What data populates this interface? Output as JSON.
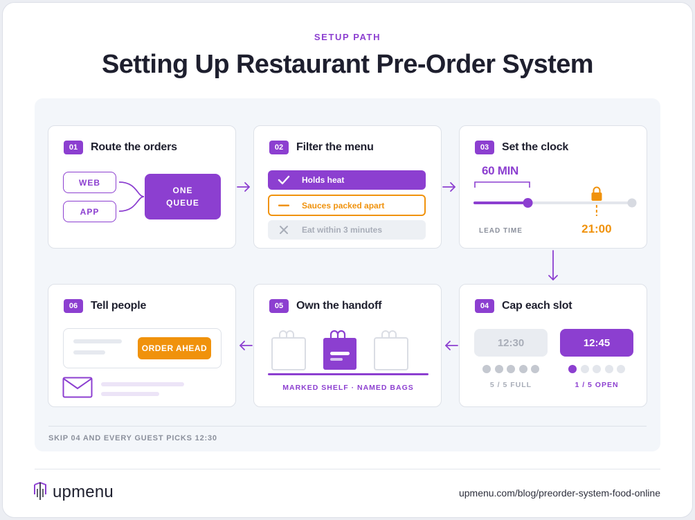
{
  "header": {
    "eyebrow": "SETUP PATH",
    "title": "Setting Up Restaurant Pre-Order System"
  },
  "steps": [
    {
      "num": "01",
      "title": "Route the orders",
      "sources": [
        "WEB",
        "APP"
      ],
      "queue": [
        "ONE",
        "QUEUE"
      ]
    },
    {
      "num": "02",
      "title": "Filter the menu",
      "items": [
        {
          "label": "Holds heat",
          "state": "checked",
          "icon": "check-icon"
        },
        {
          "label": "Sauces packed apart",
          "state": "partial",
          "icon": "dash-icon"
        },
        {
          "label": "Eat within 3 minutes",
          "state": "excluded",
          "icon": "x-icon"
        }
      ]
    },
    {
      "num": "03",
      "title": "Set the clock",
      "lead_value": "60 MIN",
      "lead_label": "LEAD TIME",
      "time": "21:00",
      "lead_fraction": 0.34,
      "lock_fraction": 0.77
    },
    {
      "num": "04",
      "title": "Cap each slot",
      "slots": [
        {
          "time": "12:30",
          "filled": 5,
          "capacity": 5,
          "caption": "5 / 5 FULL",
          "state": "full"
        },
        {
          "time": "12:45",
          "filled": 1,
          "capacity": 5,
          "caption": "1 / 5 OPEN",
          "state": "open"
        }
      ]
    },
    {
      "num": "05",
      "title": "Own the handoff",
      "caption": "MARKED SHELF · NAMED BAGS",
      "bags": 3,
      "highlighted_bag": 2
    },
    {
      "num": "06",
      "title": "Tell people",
      "button": "ORDER AHEAD",
      "icon": "envelope-icon"
    }
  ],
  "footnote": "SKIP 04 AND EVERY GUEST PICKS 12:30",
  "brand": {
    "name": "upmenu",
    "icon": "upmenu-logo-icon"
  },
  "url": "upmenu.com/blog/preorder-system-food-online",
  "colors": {
    "accent": "#8c3fd0",
    "orange": "#f0920c",
    "muted": "#a8adb8",
    "ink": "#1e1f2e",
    "panel": "#f3f6fa"
  }
}
